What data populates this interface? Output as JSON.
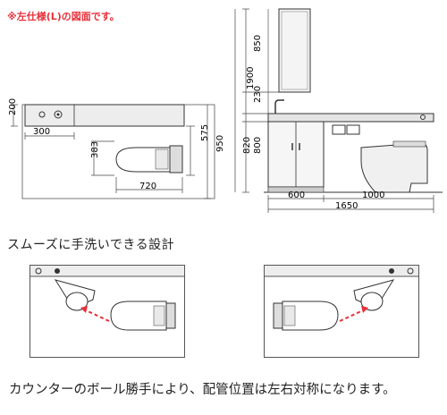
{
  "note": "※左仕様(L)の図面です。",
  "colors": {
    "accent": "#e8303a",
    "line": "#333333",
    "fill": "#ededed",
    "dim": "#444444"
  },
  "plan_view": {
    "dims": {
      "depth": "200",
      "counter_width": "300",
      "toilet_depth": "383",
      "toilet_length": "720",
      "front": "575",
      "total": "950"
    }
  },
  "elevation_view": {
    "dims": {
      "cabinet_height": "850",
      "gap": "230",
      "total_height": "1900",
      "counter_height": "820",
      "toilet_zone": "800",
      "cabinet_width": "600",
      "toilet_width": "1000",
      "total_width": "1650"
    }
  },
  "feature_title": "スムーズに手洗いできる設計",
  "caption": "カウンターのボール勝手により、配管位置は左右対称になります。",
  "panels": [
    {
      "side": "left",
      "arrow_direction": "to-upper-left"
    },
    {
      "side": "right",
      "arrow_direction": "to-upper-right"
    }
  ]
}
